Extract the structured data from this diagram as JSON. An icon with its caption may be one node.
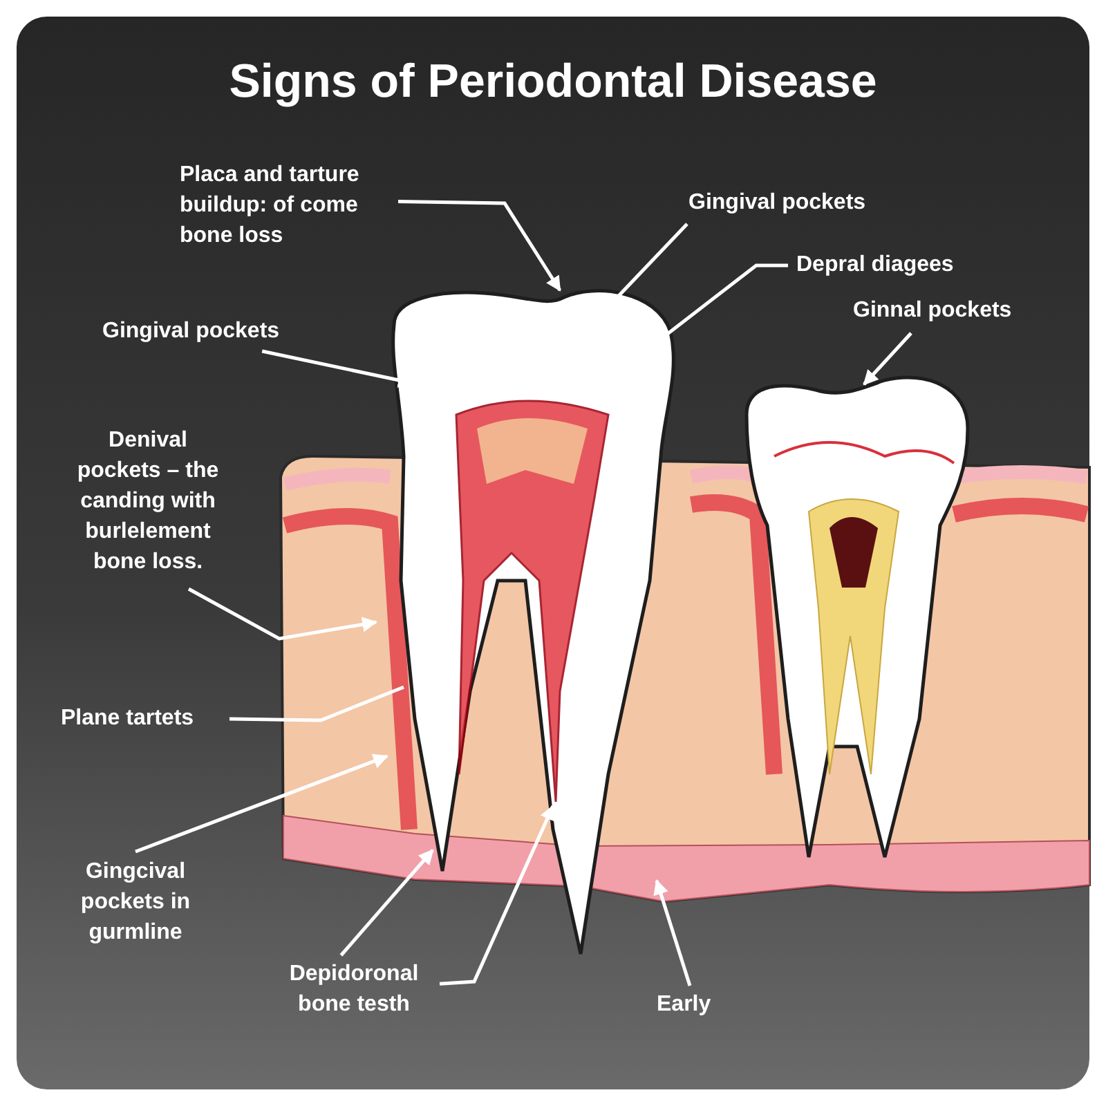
{
  "diagram": {
    "title": "Signs of Periodontal Disease",
    "nodes": [
      {
        "text": [
          "Placa and tarture buildup: of come bone loss"
        ]
      },
      {
        "text": [
          "Gingival pockets"
        ]
      },
      {
        "text": [
          "Depral diagees"
        ]
      },
      {
        "text": [
          "Ginnal pockets"
        ]
      },
      {
        "text": [
          "Gingival pockets"
        ]
      },
      {
        "text": [
          "Denival pockets – the canding with burlelement bone loss."
        ]
      },
      {
        "text": [
          "Plane tartets"
        ]
      },
      {
        "text": [
          "Gingcival pockets in gurmline"
        ]
      },
      {
        "text": [
          "Depidoronal bone testh"
        ]
      },
      {
        "text": [
          "Early"
        ]
      }
    ],
    "edges": [
      {
        "from": 0,
        "to": null,
        "arrow": "to"
      },
      {
        "from": 1,
        "to": null,
        "arrow": "to"
      },
      {
        "from": 2,
        "to": null,
        "arrow": "to"
      },
      {
        "from": 3,
        "to": null,
        "arrow": "to"
      },
      {
        "from": 4,
        "to": null,
        "arrow": "to"
      },
      {
        "from": 5,
        "to": null,
        "arrow": "to"
      },
      {
        "from": 6,
        "to": null,
        "arrow": "none"
      },
      {
        "from": 7,
        "to": null,
        "arrow": "to"
      },
      {
        "from": 8,
        "to": null,
        "arrow": "to"
      },
      {
        "from": 8,
        "to": null,
        "arrow": "to"
      },
      {
        "from": 9,
        "to": null,
        "arrow": "to"
      }
    ]
  }
}
